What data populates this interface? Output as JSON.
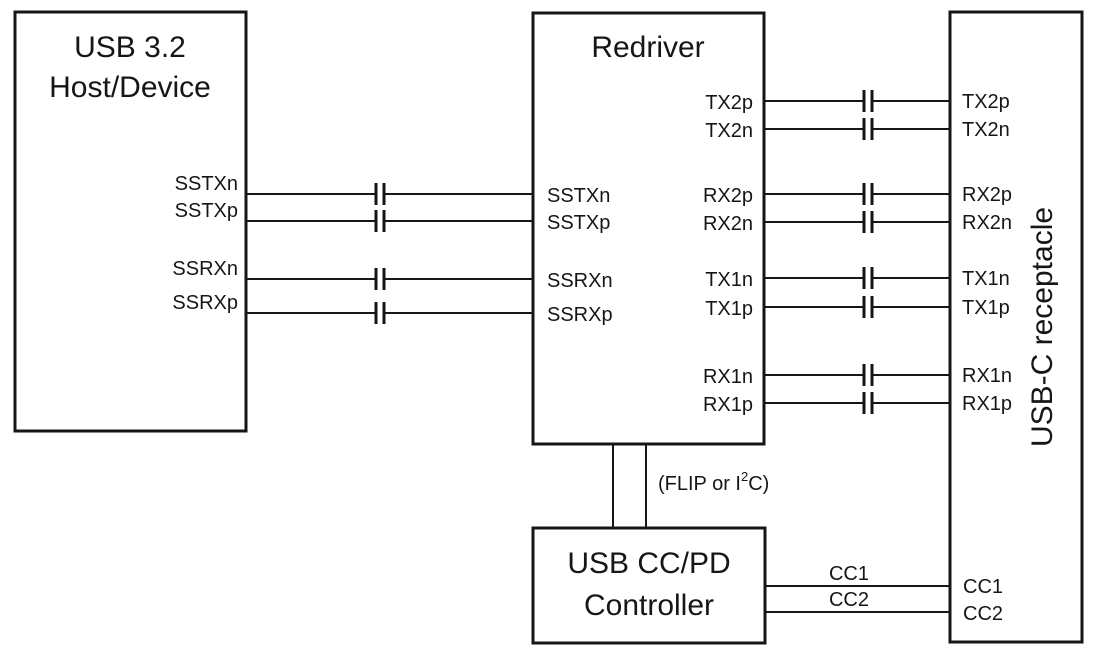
{
  "diagram": {
    "background_color": "#ffffff",
    "ink_color": "#161616",
    "boxes": {
      "host": {
        "title_line1": "USB 3.2",
        "title_line2": "Host/Device"
      },
      "redriver": {
        "title": "Redriver"
      },
      "receptacle": {
        "title": "USB-C receptacle"
      },
      "controller": {
        "title_line1": "USB CC/PD",
        "title_line2": "Controller"
      }
    },
    "host_port_labels": [
      "SSTXn",
      "SSTXp",
      "SSRXn",
      "SSRXp"
    ],
    "redriver_left_labels": [
      "SSTXn",
      "SSTXp",
      "SSRXn",
      "SSRXp"
    ],
    "redriver_right_labels": [
      "TX2p",
      "TX2n",
      "RX2p",
      "RX2n",
      "TX1n",
      "TX1p",
      "RX1n",
      "RX1p"
    ],
    "receptacle_left_labels": [
      "TX2p",
      "TX2n",
      "RX2p",
      "RX2n",
      "TX1n",
      "TX1p",
      "RX1n",
      "RX1p"
    ],
    "cc_line_labels": [
      "CC1",
      "CC2"
    ],
    "receptacle_cc_labels": [
      "CC1",
      "CC2"
    ],
    "flip_label": {
      "prefix": "(FLIP or I",
      "sup": "2",
      "suffix": "C)"
    }
  }
}
